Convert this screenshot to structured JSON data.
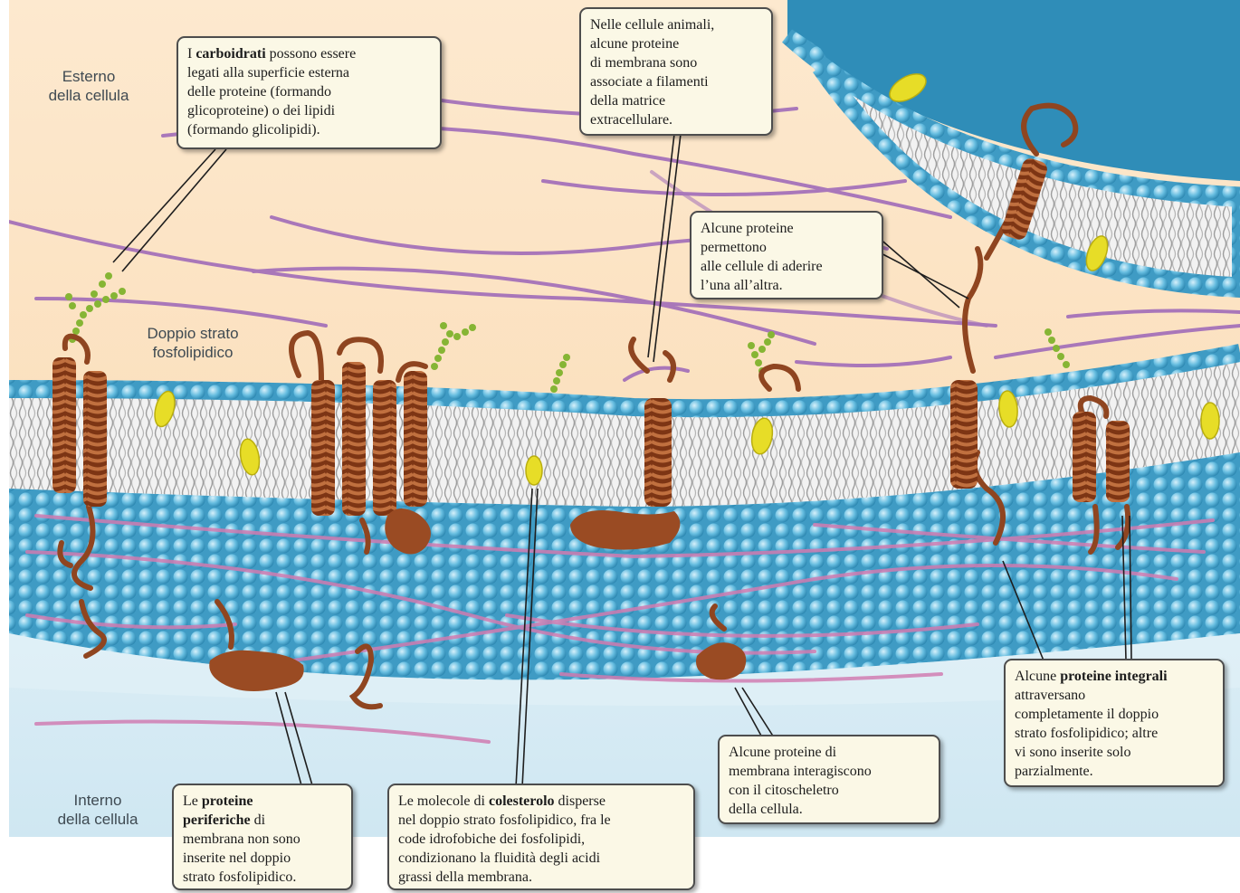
{
  "regions": {
    "outside": [
      "Esterno",
      "della cellula"
    ],
    "bilayer": [
      "Doppio strato",
      "fosfolipidico"
    ],
    "inside": [
      "Interno",
      "della cellula"
    ]
  },
  "callouts": {
    "carbohydrates": [
      [
        "I ",
        {
          "b": "carboidrati"
        },
        " possono essere"
      ],
      [
        "legati alla superficie esterna"
      ],
      [
        "delle proteine (formando"
      ],
      [
        "glicoproteine) o dei lipidi"
      ],
      [
        "(formando glicolipidi)."
      ]
    ],
    "ecm": [
      [
        "Nelle cellule animali,"
      ],
      [
        "alcune proteine"
      ],
      [
        "di membrana sono"
      ],
      [
        "associate a filamenti"
      ],
      [
        "della matrice"
      ],
      [
        "extracellulare."
      ]
    ],
    "adhesion": [
      [
        "Alcune proteine"
      ],
      [
        "permettono"
      ],
      [
        "alle cellule di aderire"
      ],
      [
        "l’una all’altra."
      ]
    ],
    "integral": [
      [
        "Alcune ",
        {
          "b": "proteine integrali"
        }
      ],
      [
        "attraversano"
      ],
      [
        "completamente il doppio"
      ],
      [
        "strato fosfolipidico; altre"
      ],
      [
        "vi sono inserite solo"
      ],
      [
        "parzialmente."
      ]
    ],
    "cytoskeleton": [
      [
        "Alcune proteine di"
      ],
      [
        "membrana interagiscono"
      ],
      [
        "con il citoscheletro"
      ],
      [
        "della cellula."
      ]
    ],
    "cholesterol": [
      [
        "Le molecole di ",
        {
          "b": "colesterolo"
        },
        " disperse"
      ],
      [
        "nel doppio strato fosfolipidico, fra le"
      ],
      [
        "code idrofobiche dei fosfolipidi,"
      ],
      [
        "condizionano la fluidità degli acidi"
      ],
      [
        "grassi della membrana."
      ]
    ],
    "peripheral": [
      [
        "Le ",
        {
          "b": "proteine"
        }
      ],
      [
        {
          "b": "periferiche"
        },
        " di"
      ],
      [
        "membrana non sono"
      ],
      [
        "inserite nel doppio"
      ],
      [
        "strato fosfolipidico."
      ]
    ]
  },
  "colors": {
    "outside_bg": "#fbe3c5",
    "inside_bg": "#d9edf5",
    "head_blue": "#5fb6d9",
    "tail_gray": "#d6d6d6",
    "protein": "#9b4a22",
    "cholesterol": "#e8df2a",
    "glycan": "#8bb532",
    "ecm_fiber": "#9b62b6",
    "cytoskeleton": "#d27ab0"
  }
}
